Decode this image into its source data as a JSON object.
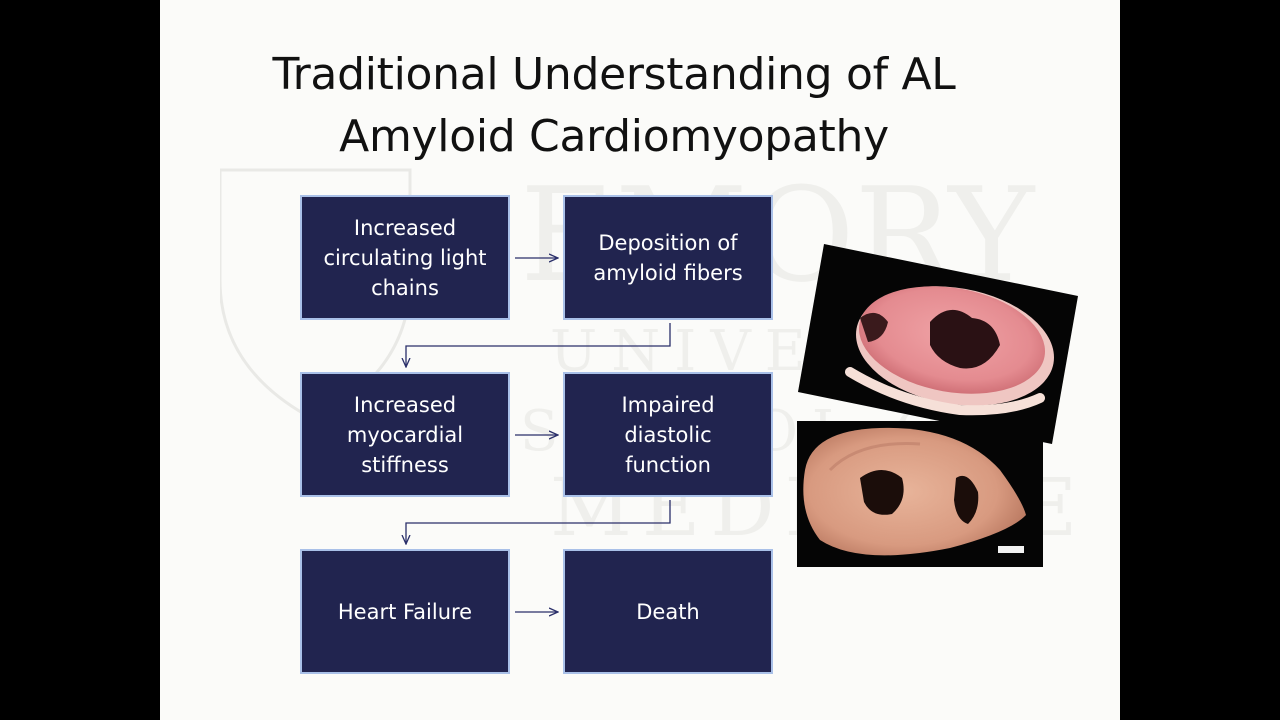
{
  "slide": {
    "title_line1": "Traditional Understanding of AL",
    "title_line2": "Amyloid Cardiomyopathy",
    "boxes": [
      {
        "lines": [
          "Increased",
          "circulating light",
          "chains"
        ]
      },
      {
        "lines": [
          "Deposition of",
          "amyloid fibers"
        ]
      },
      {
        "lines": [
          "Increased",
          "myocardial",
          "stiffness"
        ]
      },
      {
        "lines": [
          "Impaired",
          "diastolic",
          "function"
        ]
      },
      {
        "lines": [
          "Heart Failure"
        ]
      },
      {
        "lines": [
          "Death"
        ]
      }
    ],
    "watermark_text": [
      "EMORY",
      "UNIVERSITY",
      "SCHOOL OF",
      "MEDICINE"
    ]
  },
  "colors": {
    "box_fill": "#21244f",
    "box_border": "#a9c0e8",
    "connector": "#2a2f6a",
    "slide_bg": "#fbfbf9"
  },
  "images": [
    {
      "name": "heart-cross-section-photo-top",
      "description_icon": "heart-specimen-image"
    },
    {
      "name": "heart-cross-section-photo-bottom",
      "description_icon": "heart-specimen-image"
    }
  ]
}
